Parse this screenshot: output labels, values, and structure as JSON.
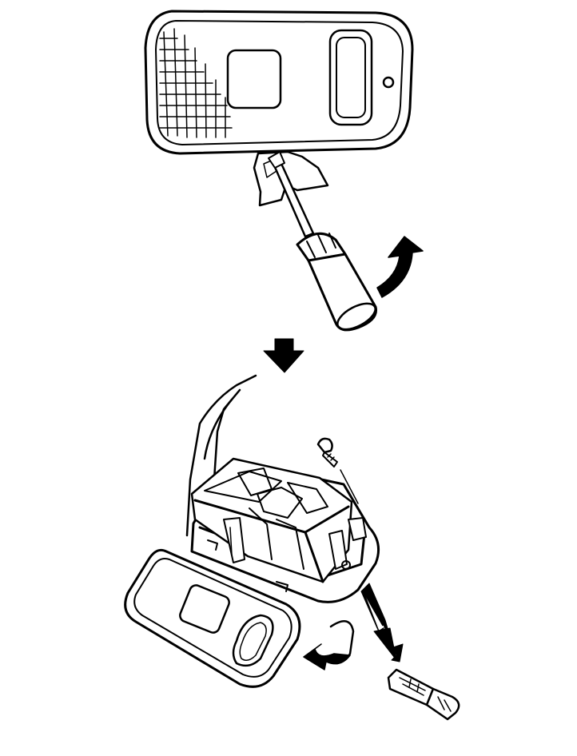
{
  "illustration": {
    "colors": {
      "ink": "#000000",
      "paper": "#ffffff"
    },
    "step_one": {
      "parts": [
        "lamp-lens",
        "cloth",
        "screwdriver"
      ],
      "arrow": "pry-lens-arrow-icon"
    },
    "step_transition": {
      "arrow": "step-down-arrow-icon"
    },
    "step_two": {
      "parts": [
        "ceiling-panel",
        "lamp-housing",
        "mounting-screw",
        "removed-lens",
        "bulb"
      ],
      "arrows": [
        "bulb-removal-arrow-icon",
        "lens-rotate-arrow-icon"
      ]
    }
  }
}
